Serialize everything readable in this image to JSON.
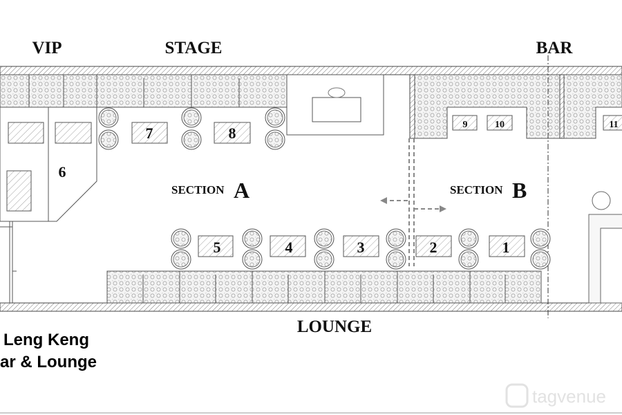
{
  "labels": {
    "vip": "VIP",
    "stage": "STAGE",
    "bar": "BAR",
    "lounge": "LOUNGE",
    "section_a_word": "SECTION",
    "section_a_letter": "A",
    "section_b_word": "SECTION",
    "section_b_letter": "B"
  },
  "venue_title": {
    "line1": "Leng Keng",
    "line2": "ar & Lounge"
  },
  "watermark": "tagvenue",
  "tables": {
    "t1": "1",
    "t2": "2",
    "t3": "3",
    "t4": "4",
    "t5": "5",
    "t6": "6",
    "t7": "7",
    "t8": "8",
    "t9": "9",
    "t10": "10",
    "t11": "11"
  }
}
